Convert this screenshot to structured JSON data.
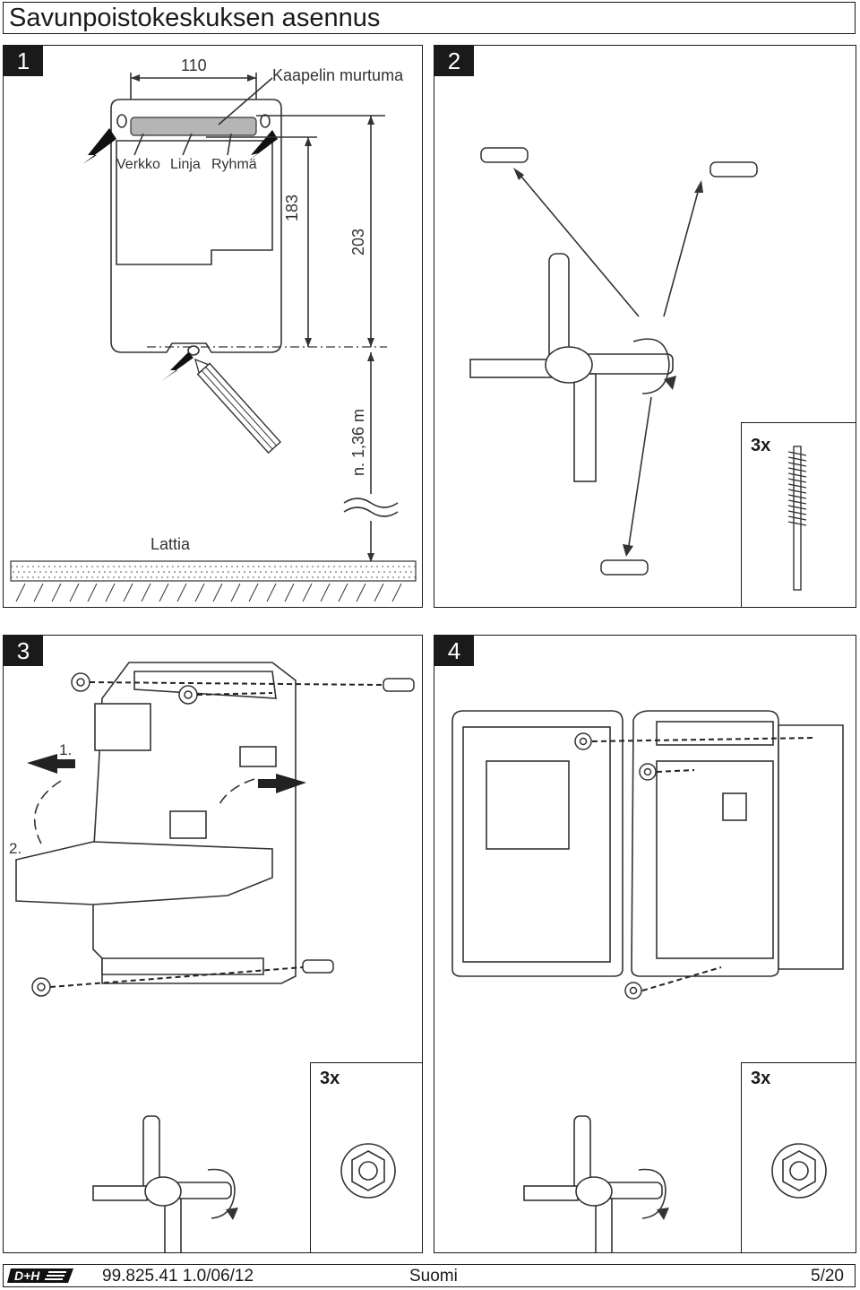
{
  "title": "Savunpoistokeskuksen asennus",
  "steps": {
    "s1": "1",
    "s2": "2",
    "s3": "3",
    "s4": "4"
  },
  "step1": {
    "width_dim": "110",
    "cable_break": "Kaapelin murtuma",
    "labels": [
      "Verkko",
      "Linja",
      "Ryhmä"
    ],
    "dim_183": "183",
    "dim_203": "203",
    "height": "n. 1,36 m",
    "floor": "Lattia"
  },
  "step2": {
    "qty": "3x"
  },
  "step3": {
    "arrow1": "1.",
    "arrow2": "2.",
    "qty": "3x"
  },
  "step4": {
    "qty": "3x"
  },
  "footer": {
    "logo": "D+H",
    "doc_no": "99.825.41 1.0/06/12",
    "language": "Suomi",
    "page": "5/20"
  }
}
